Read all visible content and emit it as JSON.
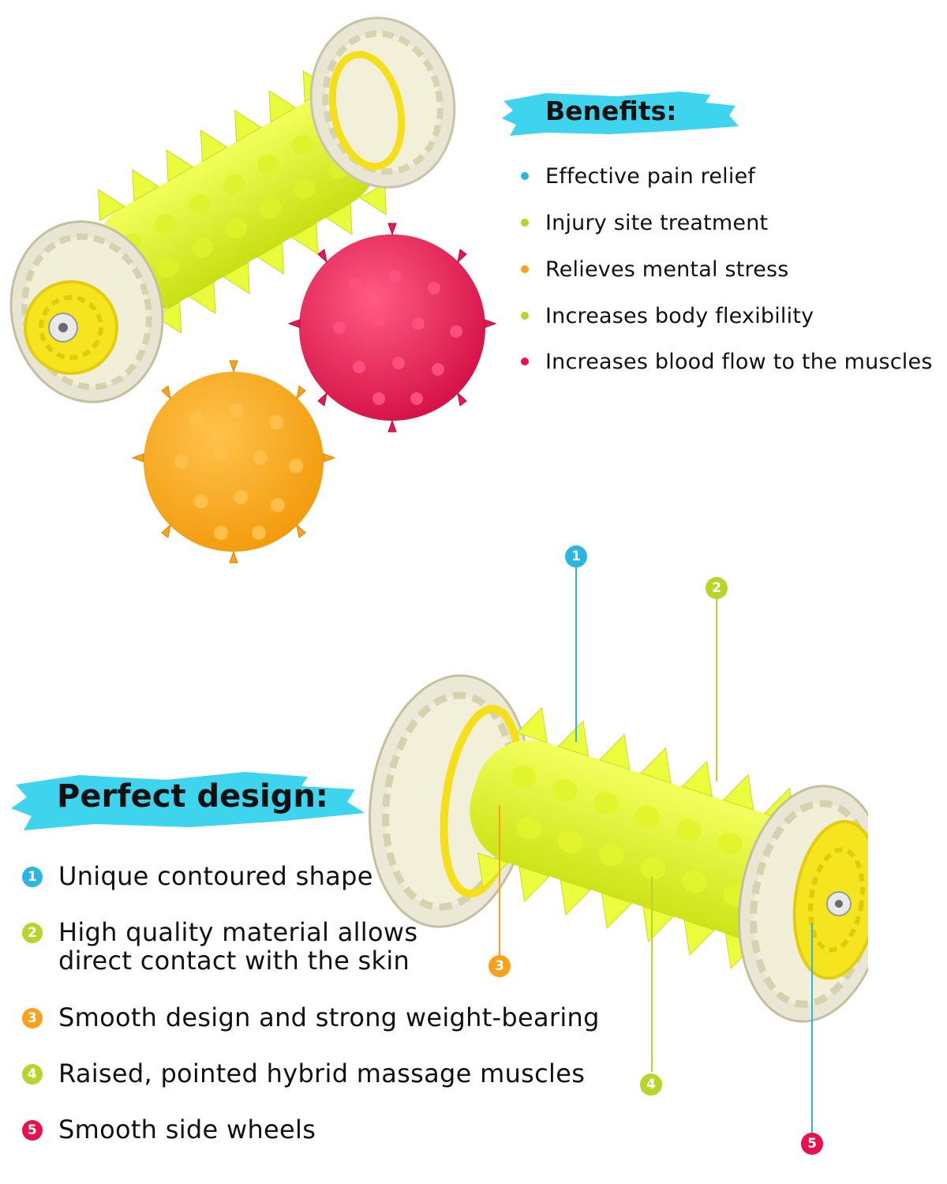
{
  "colors": {
    "cyan": "#2ab6e0",
    "banner_cyan": "#3fd4ee",
    "lime": "#b9d42a",
    "orange": "#f7a21b",
    "magenta": "#e8114e",
    "roller_yellow": "#e6f52a",
    "wheel_yellow": "#f7e31a",
    "ball_red": "#e8164f",
    "ball_orange": "#f8a719"
  },
  "benefits": {
    "title": "Benefits:",
    "items": [
      {
        "label": "Effective pain relief",
        "dot_color": "#2ab6e0"
      },
      {
        "label": "Injury site treatment",
        "dot_color": "#b9d42a"
      },
      {
        "label": "Relieves mental stress",
        "dot_color": "#f7a21b"
      },
      {
        "label": "Increases body flexibility",
        "dot_color": "#b9d42a"
      },
      {
        "label": "Increases blood flow to the muscles",
        "dot_color": "#e8114e"
      }
    ]
  },
  "design": {
    "title": "Perfect design:",
    "features": [
      {
        "num": "1",
        "line1": "Unique contoured shape",
        "line2": "",
        "color": "#2ab6e0"
      },
      {
        "num": "2",
        "line1": "High quality material allows",
        "line2": "direct contact with the skin",
        "color": "#b9d42a"
      },
      {
        "num": "3",
        "line1": "Smooth design and strong weight-bearing",
        "line2": "",
        "color": "#f7a21b"
      },
      {
        "num": "4",
        "line1": "Raised, pointed hybrid massage muscles",
        "line2": "",
        "color": "#b9d42a"
      },
      {
        "num": "5",
        "line1": "Smooth side wheels",
        "line2": "",
        "color": "#e8114e"
      }
    ]
  },
  "callouts": [
    {
      "num": "1",
      "color": "#2ab6e0"
    },
    {
      "num": "2",
      "color": "#b9d42a"
    },
    {
      "num": "3",
      "color": "#f7a21b"
    },
    {
      "num": "4",
      "color": "#b9d42a"
    },
    {
      "num": "5",
      "color": "#e8114e"
    }
  ],
  "images": {
    "top": [
      "spiky-foot-roller",
      "red-spiky-massage-ball",
      "orange-spiky-massage-ball"
    ],
    "bottom": [
      "spiky-foot-roller-close-up"
    ]
  }
}
